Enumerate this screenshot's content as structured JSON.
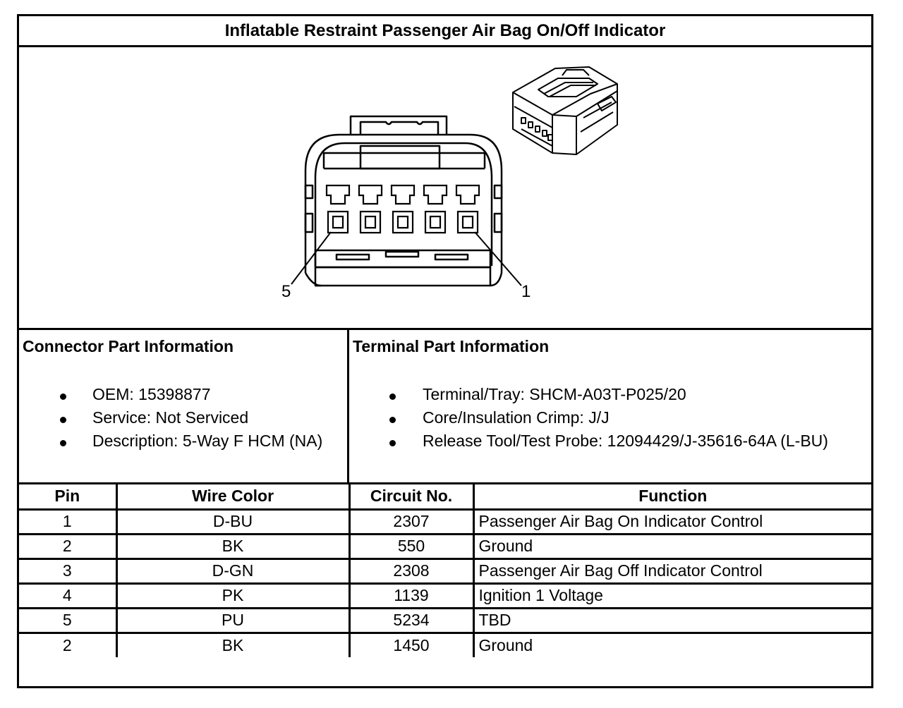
{
  "title": "Inflatable Restraint Passenger Air Bag On/Off Indicator",
  "diagram": {
    "label_left_pin": "5",
    "label_right_pin": "1"
  },
  "connector_info": {
    "heading": "Connector Part Information",
    "items": [
      "OEM: 15398877",
      "Service: Not Serviced",
      "Description: 5-Way F HCM (NA)"
    ]
  },
  "terminal_info": {
    "heading": "Terminal Part Information",
    "items": [
      "Terminal/Tray: SHCM-A03T-P025/20",
      "Core/Insulation Crimp: J/J",
      "Release Tool/Test Probe: 12094429/J-35616-64A (L-BU)"
    ]
  },
  "table": {
    "headers": [
      "Pin",
      "Wire Color",
      "Circuit No.",
      "Function"
    ],
    "rows": [
      [
        "1",
        "D-BU",
        "2307",
        "Passenger Air Bag On Indicator Control"
      ],
      [
        "2",
        "BK",
        "550",
        "Ground"
      ],
      [
        "3",
        "D-GN",
        "2308",
        "Passenger Air Bag Off Indicator Control"
      ],
      [
        "4",
        "PK",
        "1139",
        "Ignition 1 Voltage"
      ],
      [
        "5",
        "PU",
        "5234",
        "TBD"
      ],
      [
        "2",
        "BK",
        "1450",
        "Ground"
      ]
    ]
  }
}
